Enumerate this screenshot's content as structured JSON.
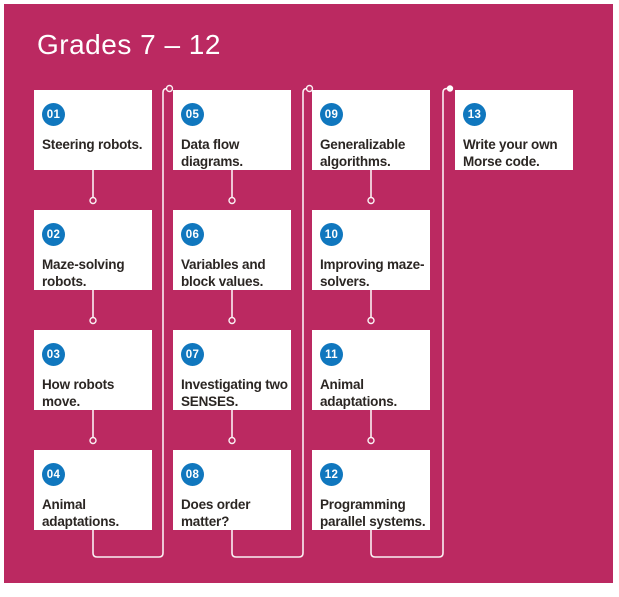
{
  "title": "Grades 7 – 12",
  "colors": {
    "panel_background": "#BB2961",
    "badge_blue": "#1077BE",
    "card_background": "#FFFFFF",
    "card_text": "#2B2623",
    "connector_white": "#FFFFFF"
  },
  "cards": [
    {
      "number": "01",
      "lines": [
        "Steering robots."
      ],
      "column": 1,
      "row": 1
    },
    {
      "number": "02",
      "lines": [
        "Maze-solving",
        "robots."
      ],
      "column": 1,
      "row": 2
    },
    {
      "number": "03",
      "lines": [
        "How robots",
        "move."
      ],
      "column": 1,
      "row": 3
    },
    {
      "number": "04",
      "lines": [
        "Animal",
        "adaptations."
      ],
      "column": 1,
      "row": 4
    },
    {
      "number": "05",
      "lines": [
        "Data flow",
        "diagrams."
      ],
      "column": 2,
      "row": 1
    },
    {
      "number": "06",
      "lines": [
        "Variables and",
        "block values."
      ],
      "column": 2,
      "row": 2
    },
    {
      "number": "07",
      "lines": [
        "Investigating two",
        "SENSES."
      ],
      "column": 2,
      "row": 3
    },
    {
      "number": "08",
      "lines": [
        "Does order",
        "matter?"
      ],
      "column": 2,
      "row": 4
    },
    {
      "number": "09",
      "lines": [
        "Generalizable",
        "algorithms."
      ],
      "column": 3,
      "row": 1
    },
    {
      "number": "10",
      "lines": [
        "Improving maze-",
        "solvers."
      ],
      "column": 3,
      "row": 2
    },
    {
      "number": "11",
      "lines": [
        "Animal",
        "adaptations."
      ],
      "column": 3,
      "row": 3
    },
    {
      "number": "12",
      "lines": [
        "Programming",
        "parallel systems."
      ],
      "column": 3,
      "row": 4
    },
    {
      "number": "13",
      "lines": [
        "Write your own",
        "Morse code."
      ],
      "column": 4,
      "row": 1
    }
  ],
  "connections": [
    {
      "from": "01",
      "to": "02"
    },
    {
      "from": "02",
      "to": "03"
    },
    {
      "from": "03",
      "to": "04"
    },
    {
      "from": "04",
      "to": "05"
    },
    {
      "from": "05",
      "to": "06"
    },
    {
      "from": "06",
      "to": "07"
    },
    {
      "from": "07",
      "to": "08"
    },
    {
      "from": "08",
      "to": "09"
    },
    {
      "from": "09",
      "to": "10"
    },
    {
      "from": "10",
      "to": "11"
    },
    {
      "from": "11",
      "to": "12"
    },
    {
      "from": "12",
      "to": "13"
    }
  ]
}
